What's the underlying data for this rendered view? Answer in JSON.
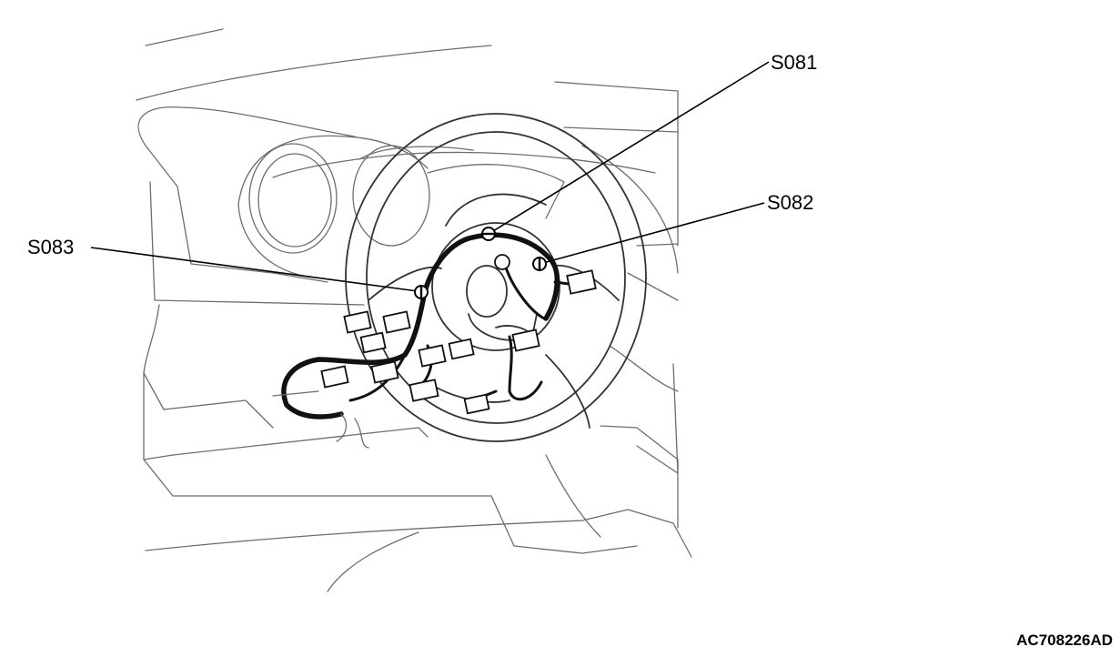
{
  "callouts": [
    {
      "id": "S081",
      "label": "S081"
    },
    {
      "id": "S082",
      "label": "S082"
    },
    {
      "id": "S083",
      "label": "S083"
    }
  ],
  "figure_id": "AC708226AD"
}
